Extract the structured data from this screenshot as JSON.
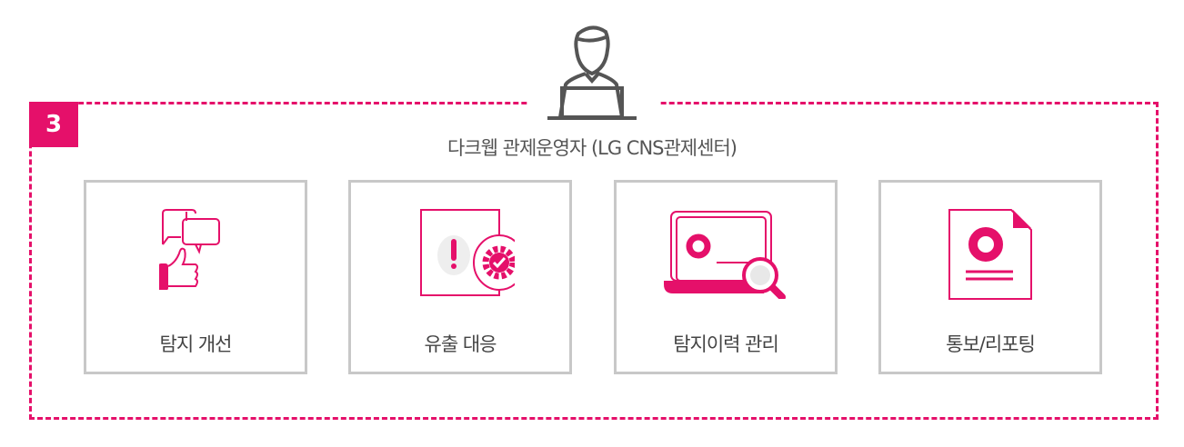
{
  "badge": "3",
  "title": "다크웹 관제운영자 (LG CNS관제센터)",
  "accent": "#e5106a",
  "cards": [
    {
      "label": "탐지 개선",
      "icon": "chat-thumbs-up-icon"
    },
    {
      "label": "유출 대응",
      "icon": "alert-gear-icon"
    },
    {
      "label": "탐지이력 관리",
      "icon": "laptop-search-icon"
    },
    {
      "label": "통보/리포팅",
      "icon": "report-chart-icon"
    }
  ]
}
